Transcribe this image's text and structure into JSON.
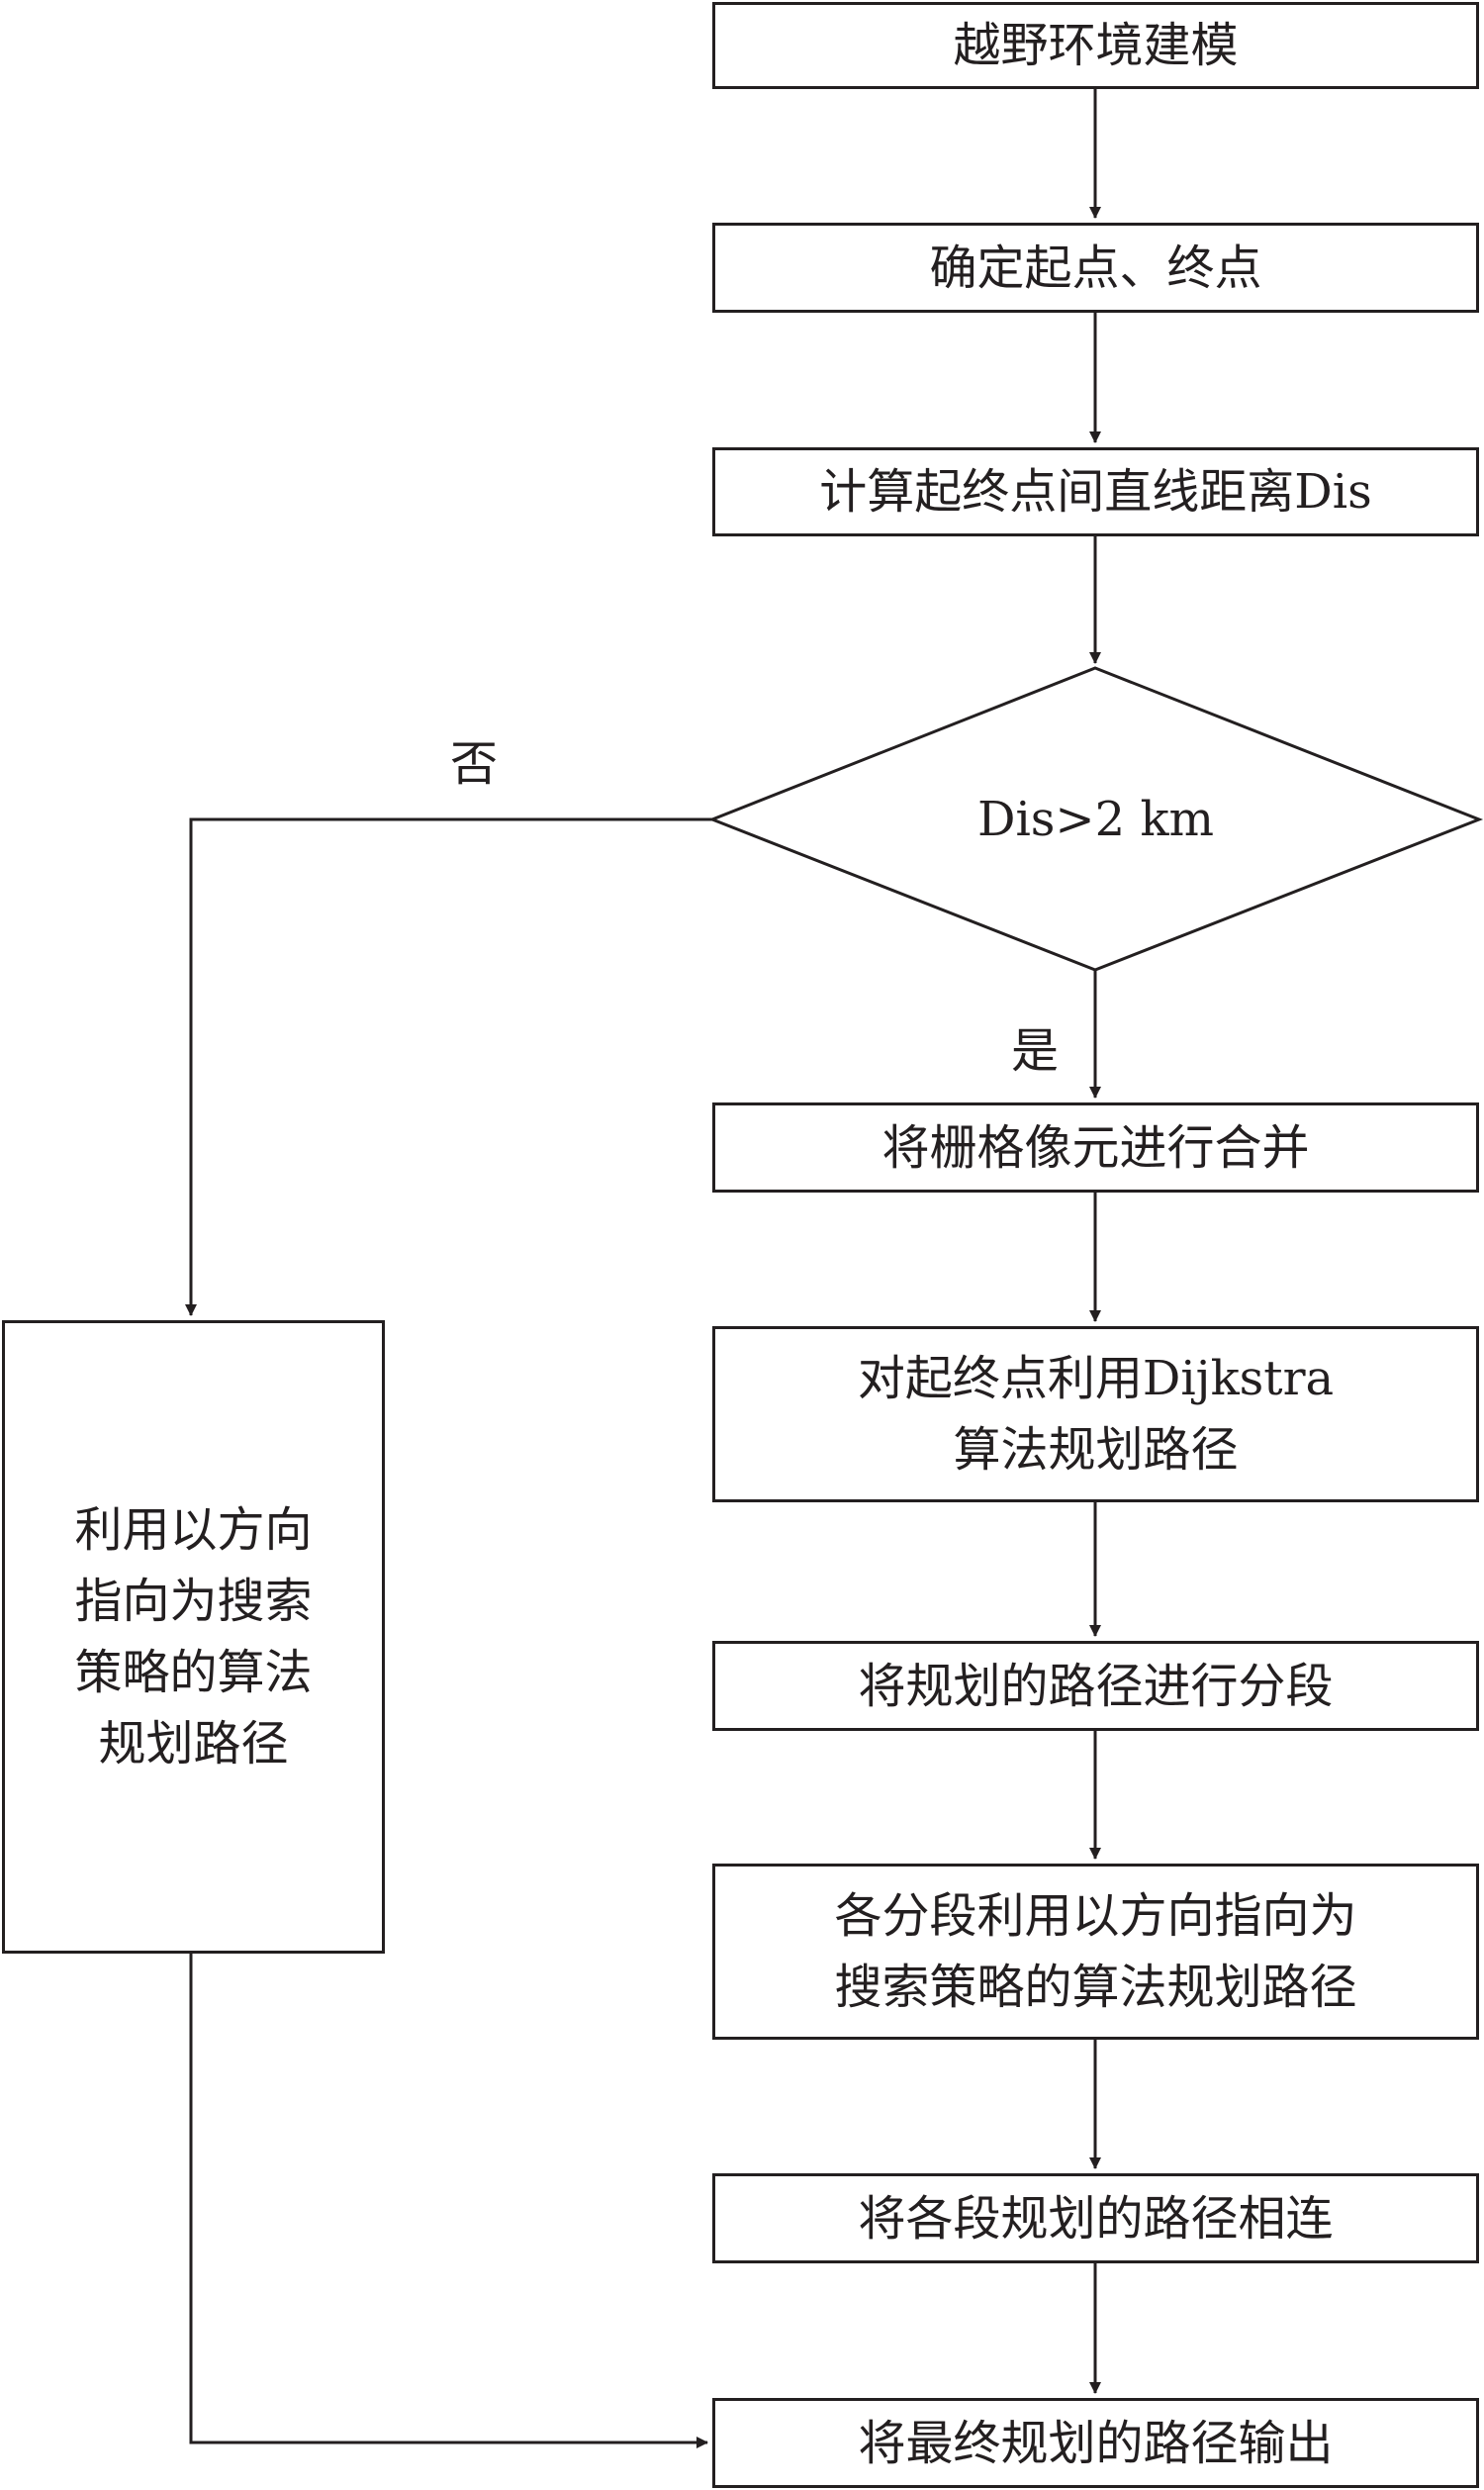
{
  "flowchart": {
    "steps": {
      "s1": "越野环境建模",
      "s2": "确定起点、终点",
      "s3": "计算起终点间直线距离Dis",
      "decision": "Dis>2 km",
      "s4": "将栅格像元进行合并",
      "s5": [
        "对起终点利用Dijkstra",
        "算法规划路径"
      ],
      "s6": "将规划的路径进行分段",
      "s7": [
        "各分段利用以方向指向为",
        "搜索策略的算法规划路径"
      ],
      "s8": "将各段规划的路径相连",
      "s9": "将最终规划的路径输出",
      "left": [
        "利用以方向",
        "指向为搜索",
        "策略的算法",
        "规划路径"
      ]
    },
    "branch_labels": {
      "no": "否",
      "yes": "是"
    }
  }
}
